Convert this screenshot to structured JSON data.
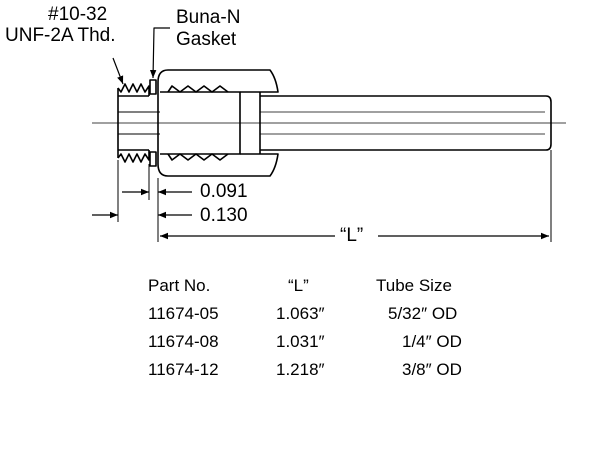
{
  "labels": {
    "thread_line1": "#10-32",
    "thread_line2": "UNF-2A Thd.",
    "gasket_line1": "Buna-N",
    "gasket_line2": "Gasket"
  },
  "dimensions": {
    "d1": "0.091",
    "d2": "0.130",
    "length": "“L”"
  },
  "table": {
    "headers": [
      "Part No.",
      "“L”",
      "Tube Size"
    ],
    "rows": [
      [
        "11674-05",
        "1.063″",
        "5/32″ OD"
      ],
      [
        "11674-08",
        "1.031″",
        "1/4″ OD"
      ],
      [
        "11674-12",
        "1.218″",
        "3/8″ OD"
      ]
    ]
  }
}
